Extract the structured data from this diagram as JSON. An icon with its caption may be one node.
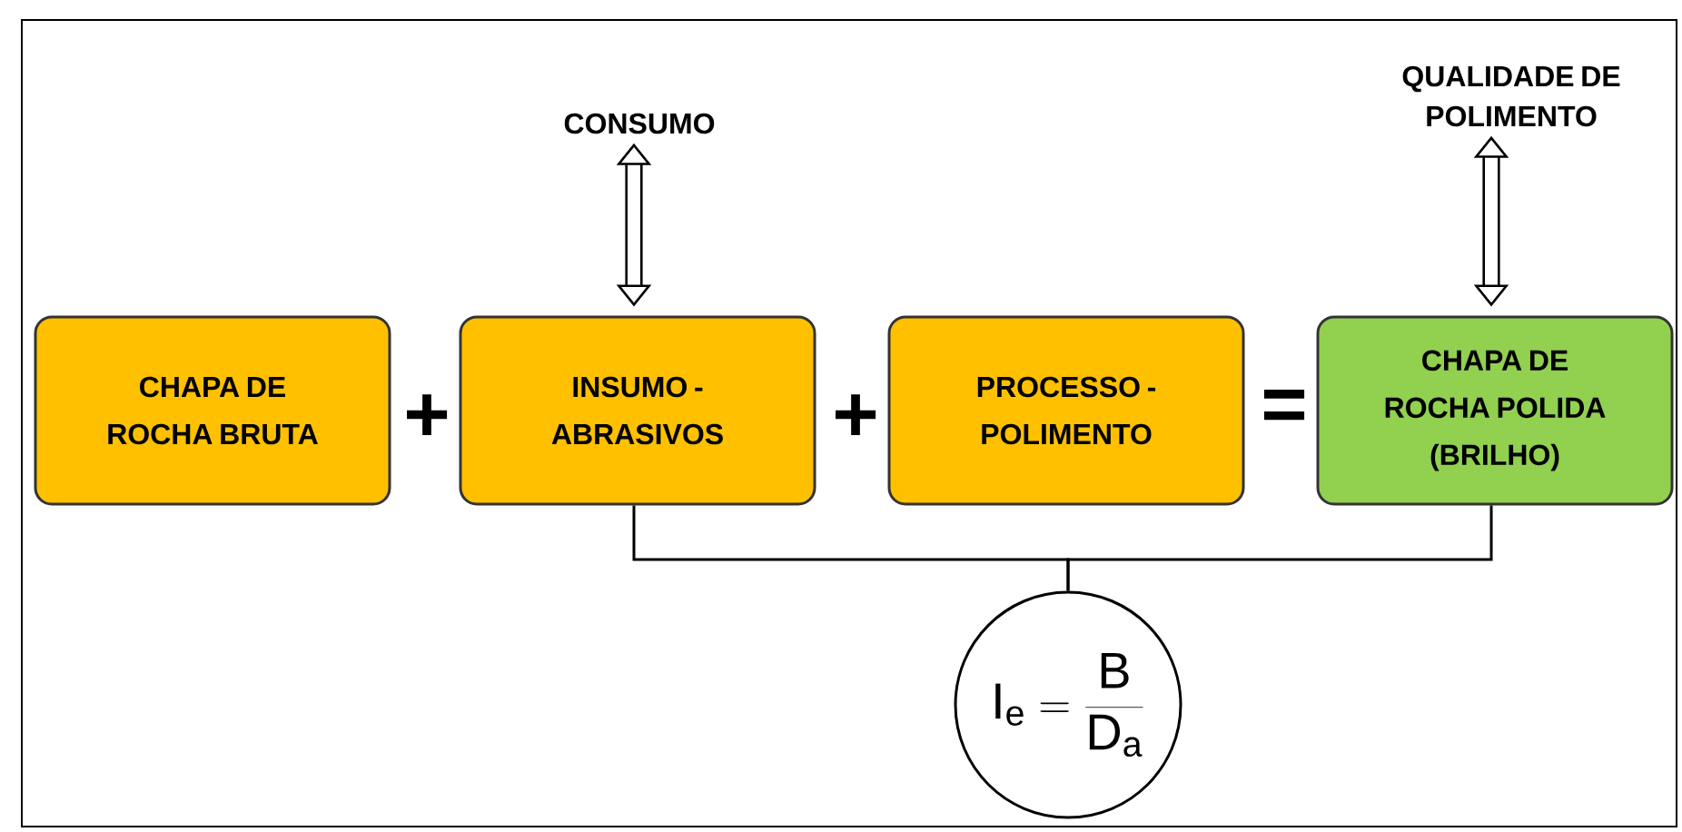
{
  "diagram": {
    "nodes": [
      {
        "text": [
          "CHAPA DE ROCHA BRUTA"
        ]
      },
      {
        "text": [
          "INSUMO - ABRASIVOS"
        ]
      },
      {
        "text": [
          "PROCESSO - POLIMENTO"
        ]
      },
      {
        "text": [
          "CHAPA DE ROCHA POLIDA (BRILHO)"
        ]
      },
      {
        "text": [
          "CONSUMO"
        ]
      },
      {
        "text": [
          "QUALIDADE DE POLIMENTO"
        ]
      },
      {
        "text": [
          "\\mathrm{I}_{\\mathrm{e}}=\\frac{\\mathrm{B}}{\\mathrm{D}_{\\mathrm{a}}}"
        ]
      }
    ],
    "edges": [
      {
        "from": 4,
        "to": 1,
        "arrow": "both",
        "style": "thick"
      },
      {
        "from": 5,
        "to": 3,
        "arrow": "both",
        "style": "thick"
      },
      {
        "from": 1,
        "to": 6,
        "arrow": "none"
      },
      {
        "from": 3,
        "to": 6,
        "arrow": "none"
      }
    ],
    "labels": [
      "+",
      "+",
      "="
    ]
  }
}
